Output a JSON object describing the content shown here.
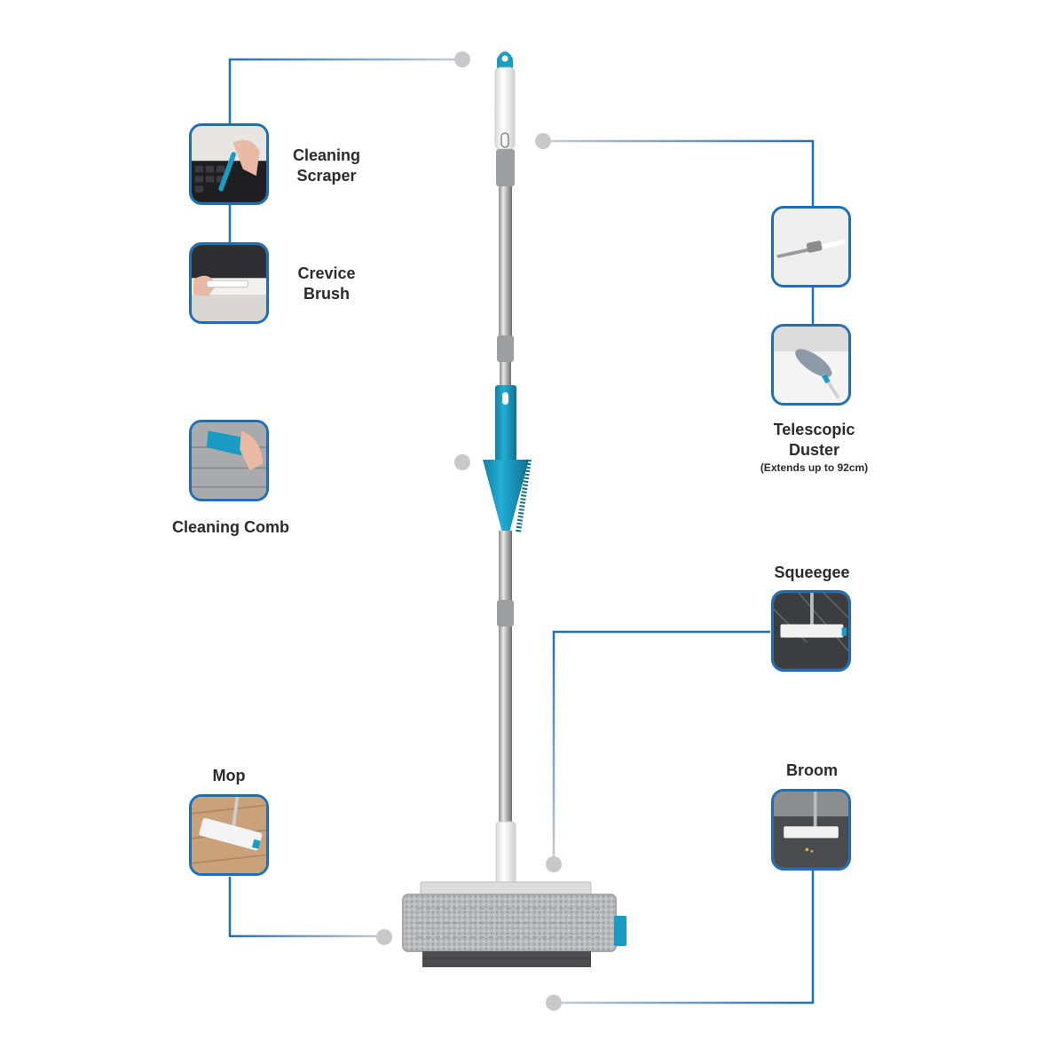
{
  "accent_color": "#1f6fb5",
  "product_accent": "#1a9bc4",
  "features": {
    "cleaning_scraper": {
      "line1": "Cleaning",
      "line2": "Scraper",
      "icon": "scraper-icon"
    },
    "crevice_brush": {
      "line1": "Crevice",
      "line2": "Brush",
      "icon": "crevice-brush-icon"
    },
    "cleaning_comb": {
      "label": "Cleaning Comb",
      "icon": "comb-icon"
    },
    "telescopic_duster": {
      "line1": "Telescopic",
      "line2": "Duster",
      "note": "(Extends up to 92cm)",
      "icon": "duster-icon"
    },
    "squeegee": {
      "label": "Squeegee",
      "icon": "squeegee-icon"
    },
    "mop": {
      "label": "Mop",
      "icon": "mop-icon"
    },
    "broom": {
      "label": "Broom",
      "icon": "broom-icon"
    }
  }
}
